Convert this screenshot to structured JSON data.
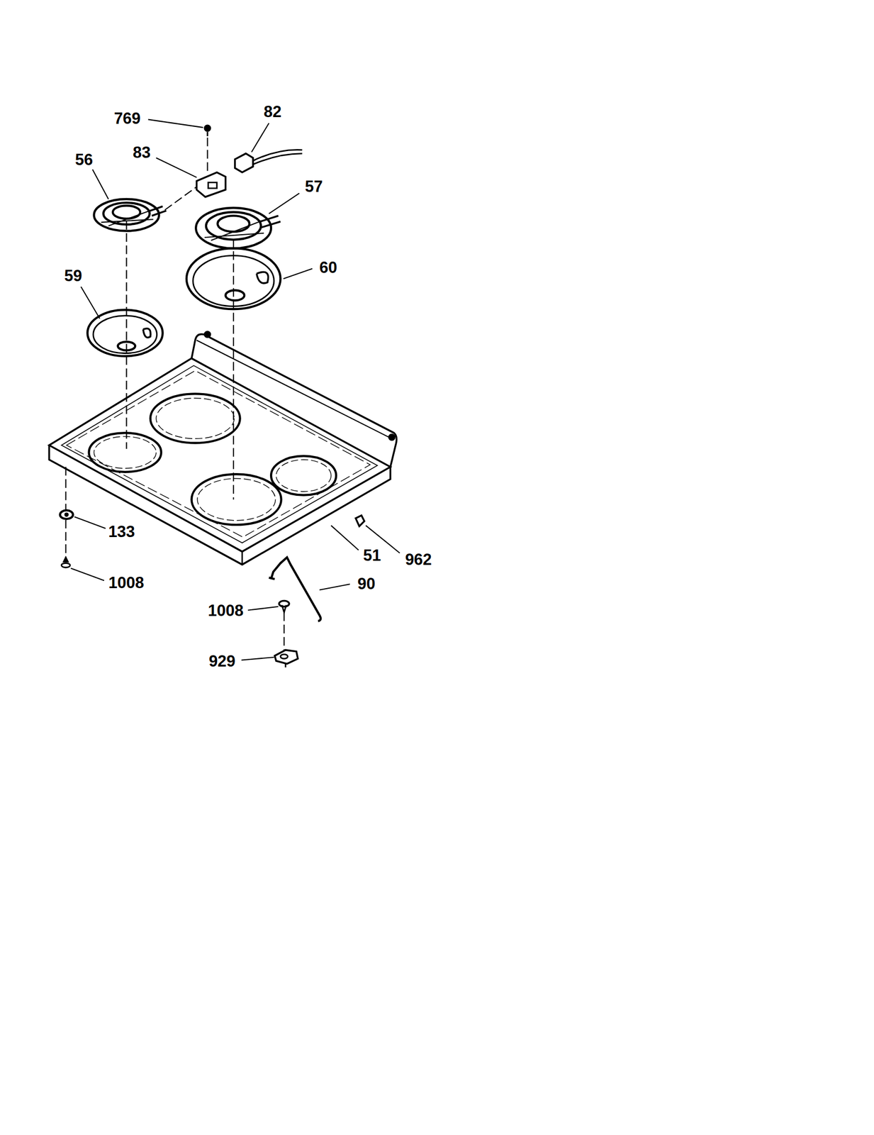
{
  "diagram": {
    "labels": [
      "769",
      "82",
      "56",
      "83",
      "57",
      "59",
      "60",
      "133",
      "51",
      "962",
      "1008",
      "90",
      "1008",
      "929"
    ]
  }
}
